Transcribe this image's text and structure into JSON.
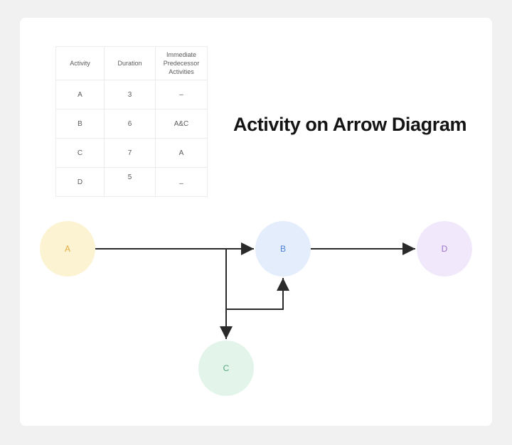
{
  "title": "Activity on Arrow Diagram",
  "table": {
    "headers": [
      "Activity",
      "Duration",
      "Immediate Predecessor Activities"
    ],
    "rows": [
      {
        "activity": "A",
        "duration": "3",
        "predecessors": "–"
      },
      {
        "activity": "B",
        "duration": "6",
        "predecessors": "A&C"
      },
      {
        "activity": "C",
        "duration": "7",
        "predecessors": "A"
      },
      {
        "activity": "D",
        "duration": "5",
        "predecessors": "–"
      }
    ]
  },
  "diagram": {
    "arrow_color": "#2a2a2a",
    "nodes": [
      {
        "id": "A",
        "label": "A",
        "fill": "#FCF3D3",
        "label_color": "#DFAC42"
      },
      {
        "id": "B",
        "label": "B",
        "fill": "#E4EDFC",
        "label_color": "#4E82D9"
      },
      {
        "id": "C",
        "label": "C",
        "fill": "#E3F5EA",
        "label_color": "#57A77E"
      },
      {
        "id": "D",
        "label": "D",
        "fill": "#F1E9FB",
        "label_color": "#9B72CF"
      }
    ],
    "edges": [
      {
        "from": "A",
        "to": "B"
      },
      {
        "from": "A",
        "to": "C"
      },
      {
        "from": "C",
        "to": "B"
      },
      {
        "from": "B",
        "to": "D"
      }
    ]
  }
}
